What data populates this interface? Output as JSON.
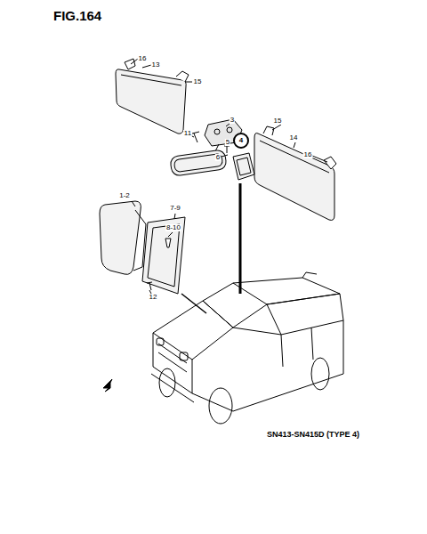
{
  "diagram": {
    "title": "FIG.164",
    "caption": "SN413-SN415D (TYPE 4)",
    "nodes": [
      {
        "text": [
          "4"
        ]
      }
    ],
    "labels": [
      "16",
      "13",
      "15",
      "3",
      "11",
      "5",
      "6",
      "15",
      "14",
      "16",
      "1-2",
      "7-9",
      "8-10",
      "12"
    ]
  }
}
